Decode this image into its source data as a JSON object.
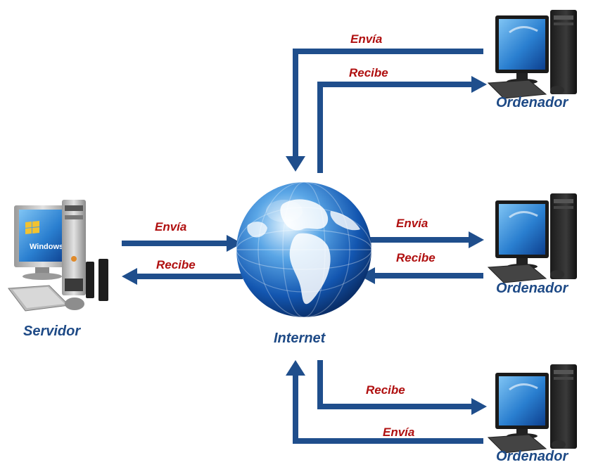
{
  "nodes": {
    "server": "Servidor",
    "internet": "Internet",
    "computer_top": "Ordenador",
    "computer_middle": "Ordenador",
    "computer_bottom": "Ordenador"
  },
  "arrows": {
    "top_send": "Envía",
    "top_receive": "Recibe",
    "server_send": "Envía",
    "server_receive": "Recibe",
    "middle_send": "Envía",
    "middle_receive": "Recibe",
    "bottom_receive": "Recibe",
    "bottom_send": "Envía"
  },
  "screen_brand": "Windows",
  "colors": {
    "arrow": "#1f4e8c",
    "label_arrow": "#b01010",
    "label_node": "#1e4a86"
  }
}
